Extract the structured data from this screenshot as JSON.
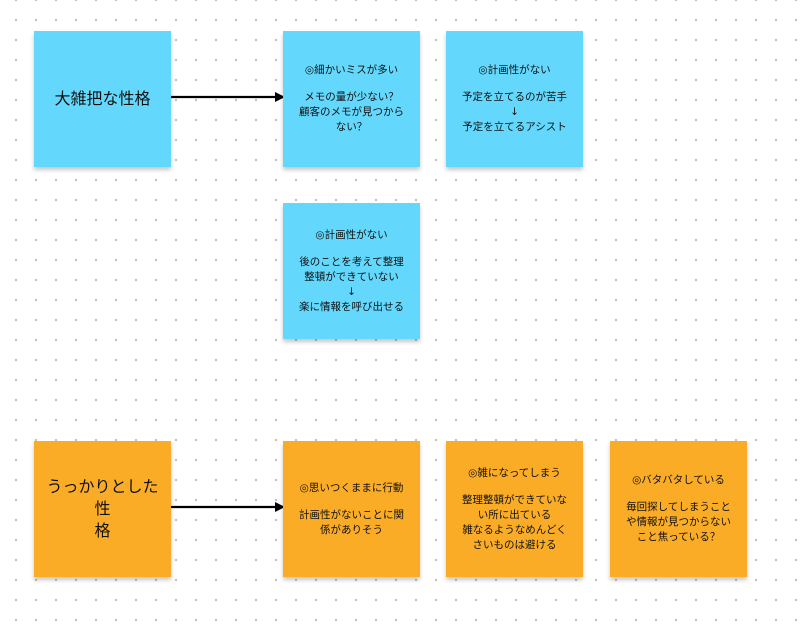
{
  "notes": {
    "trait_1": {
      "lines": [
        "大雑把な性格"
      ]
    },
    "trait_1_a": {
      "title": "◎細かいミスが多い",
      "lines": [
        "メモの量が少ない？",
        "顧客のメモが見つから",
        "ない？"
      ]
    },
    "trait_1_b": {
      "title": "◎計画性がない",
      "lines": [
        "予定を立てるのが苦手",
        "↓",
        "予定を立てるアシスト"
      ]
    },
    "trait_1_c": {
      "title": "◎計画性がない",
      "lines": [
        "後のことを考えて整理",
        "整頓ができていない",
        "↓",
        "楽に情報を呼び出せる"
      ]
    },
    "trait_2": {
      "lines": [
        "うっかりとした性",
        "格"
      ]
    },
    "trait_2_a": {
      "title": "◎思いつくままに行動",
      "lines": [
        "計画性がないことに関",
        "係がありそう"
      ]
    },
    "trait_2_b": {
      "title": "◎雑になってしまう",
      "lines": [
        "整理整頓ができていな",
        "い所に出ている",
        "雑なるようなめんどく",
        "さいものは避ける"
      ]
    },
    "trait_2_c": {
      "title": "◎バタバタしている",
      "lines": [
        "毎回探してしまうこと",
        "や情報が見つからない",
        "こと焦っている？"
      ]
    }
  },
  "colors": {
    "blue": "#63d8fc",
    "orange": "#fbac26",
    "arrow": "#000000"
  }
}
